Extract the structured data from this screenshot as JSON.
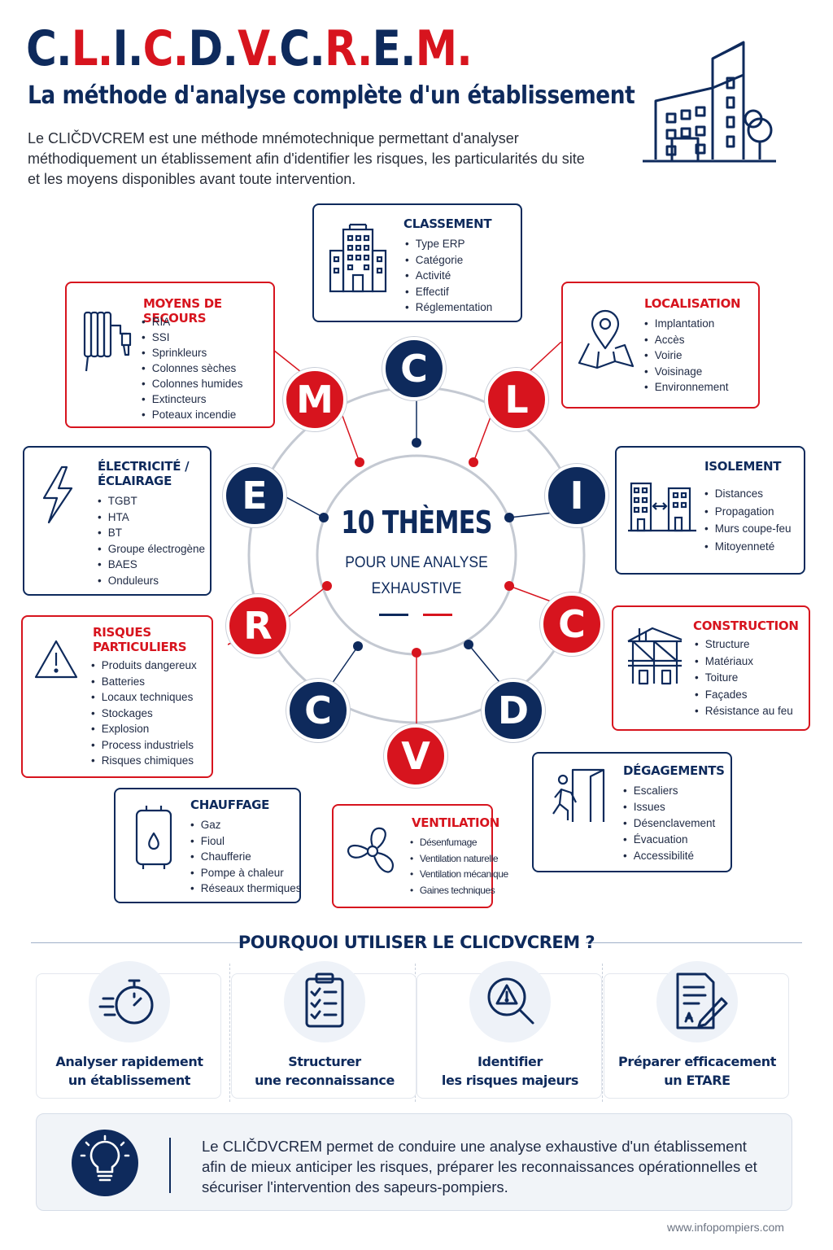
{
  "header": {
    "title_parts": [
      {
        "text": "C.",
        "color": "#0e2a5c"
      },
      {
        "text": "L.",
        "color": "#d7141e"
      },
      {
        "text": "I.",
        "color": "#0e2a5c"
      },
      {
        "text": "C.",
        "color": "#d7141e"
      },
      {
        "text": "D.",
        "color": "#0e2a5c"
      },
      {
        "text": "V.",
        "color": "#d7141e"
      },
      {
        "text": "C.",
        "color": "#0e2a5c"
      },
      {
        "text": "R.",
        "color": "#d7141e"
      },
      {
        "text": "E.",
        "color": "#0e2a5c"
      },
      {
        "text": "M.",
        "color": "#d7141e"
      }
    ],
    "subtitle": "La méthode d'analyse complète d'un établissement",
    "intro": "Le CLIČDVCREM est une méthode mnémotechnique permettant d'analyser méthodiquement un établissement afin d'identifier les risques, les particularités du site et les moyens disponibles avant toute intervention.",
    "icon": "building-icon"
  },
  "colors": {
    "navy": "#0e2a5c",
    "red": "#d7141e"
  },
  "wheel": {
    "center_title": "10 THÈMES",
    "center_subtitle": "POUR UNE ANALYSE EXHAUSTIVE",
    "letters": [
      "C",
      "L",
      "I",
      "C",
      "D",
      "V",
      "C",
      "R",
      "E",
      "M"
    ]
  },
  "themes": {
    "classement": {
      "title": "CLASSEMENT",
      "icon": "building-icon",
      "items": [
        "Type ERP",
        "Catégorie",
        "Activité",
        "Effectif",
        "Réglementation"
      ]
    },
    "localisation": {
      "title": "LOCALISATION",
      "icon": "map-pin-icon",
      "items": [
        "Implantation",
        "Accès",
        "Voirie",
        "Voisinage",
        "Environnement"
      ]
    },
    "isolement": {
      "title": "ISOLEMENT",
      "icon": "buildings-distance-icon",
      "items": [
        "Distances",
        "Propagation",
        "Murs coupe-feu",
        "Mitoyenneté"
      ]
    },
    "construction": {
      "title": "CONSTRUCTION",
      "icon": "structure-icon",
      "items": [
        "Structure",
        "Matériaux",
        "Toiture",
        "Façades",
        "Résistance au feu"
      ]
    },
    "degagements": {
      "title": "DÉGAGEMENTS",
      "icon": "exit-icon",
      "items": [
        "Escaliers",
        "Issues",
        "Désenclavement",
        "Évacuation",
        "Accessibilité"
      ]
    },
    "ventilation": {
      "title": "VENTILATION",
      "icon": "fan-icon",
      "items": [
        "Désenfumage",
        "Ventilation naturelle",
        "Ventilation mécanique",
        "Gaines techniques"
      ]
    },
    "chauffage": {
      "title": "CHAUFFAGE",
      "icon": "boiler-icon",
      "items": [
        "Gaz",
        "Fioul",
        "Chaufferie",
        "Pompe à chaleur",
        "Réseaux thermiques"
      ]
    },
    "risques": {
      "title": "RISQUES PARTICULIERS",
      "title1": "RISQUES",
      "title2": "PARTICULIERS",
      "icon": "warning-icon",
      "items": [
        "Produits dangereux",
        "Batteries",
        "Locaux techniques",
        "Stockages",
        "Explosion",
        "Process industriels",
        "Risques chimiques"
      ]
    },
    "electricite": {
      "title": "ÉLECTRICITÉ / ÉCLAIRAGE",
      "title1": "ÉLECTRICITÉ /",
      "title2": "ÉCLAIRAGE",
      "icon": "lightning-icon",
      "items": [
        "TGBT",
        "HTA",
        "BT",
        "Groupe électrogène",
        "BAES",
        "Onduleurs"
      ]
    },
    "moyens": {
      "title": "MOYENS DE SECOURS",
      "icon": "fire-hose-icon",
      "items": [
        "RIA",
        "SSI",
        "Sprinkleurs",
        "Colonnes sèches",
        "Colonnes humides",
        "Extincteurs",
        "Poteaux incendie"
      ]
    }
  },
  "why": {
    "title": "POURQUOI UTILISER LE CLICDVCREM ?",
    "cards": [
      {
        "line1": "Analyser rapidement",
        "line2": "un établissement",
        "icon": "stopwatch-icon"
      },
      {
        "line1": "Structurer",
        "line2": "une reconnaissance",
        "icon": "checklist-icon"
      },
      {
        "line1": "Identifier",
        "line2": "les risques majeurs",
        "icon": "magnifier-warning-icon"
      },
      {
        "line1": "Préparer efficacement",
        "line2": "un ETARE",
        "icon": "document-pen-icon"
      }
    ]
  },
  "footer": {
    "text": "Le CLIČDVCREM permet de conduire une analyse exhaustive d'un établissement afin de mieux anticiper les risques, préparer les reconnaissances opérationnelles et sécuriser l'intervention des sapeurs-pompiers.",
    "icon": "lightbulb-icon",
    "credit": "www.infopompiers.com"
  }
}
